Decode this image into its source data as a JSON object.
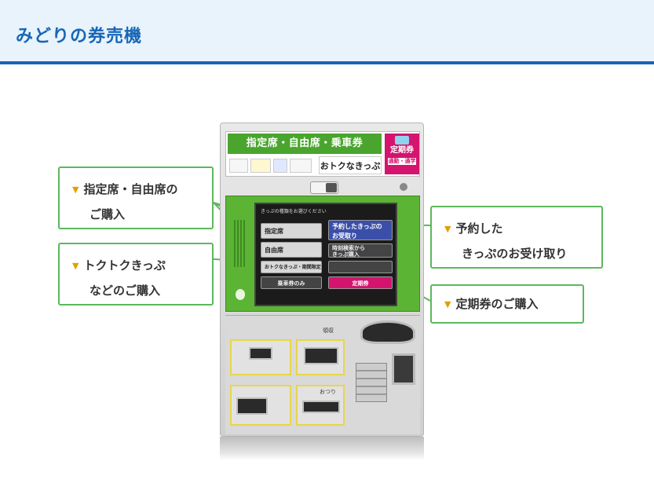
{
  "header": {
    "title": "みどりの券売機"
  },
  "machine": {
    "sign_main": "指定席・自由席・乗車券",
    "sign_otoku": "おトクなきっぷ",
    "sign_teiki": "定期券",
    "sign_teiki_sub": "通勤・通学",
    "screen_title": "きっぷの種類をお選びください",
    "btn_shitei": "指定席",
    "btn_jiyu": "自由席",
    "btn_yoyaku_line1": "予約したきっぷの",
    "btn_yoyaku_line2": "お受取り",
    "btn_jikoku_line1": "時刻検索から",
    "btn_jikoku_line2": "きっぷ購入",
    "btn_otoku": "おトクなきっぷ・期間限定",
    "btn_jouken": "乗車券のみ",
    "btn_teiki": "定期券",
    "label_ryoushu": "領収",
    "label_otsuri": "おつり"
  },
  "callouts": {
    "shitei_line1": "指定席・自由席の",
    "shitei_line2": "ご購入",
    "tokutoku_line1": "トクトクきっぷ",
    "tokutoku_line2": "などのご購入",
    "yoyaku_line1": "予約した",
    "yoyaku_line2": "きっぷのお受け取り",
    "teiki_line1": "定期券のご購入"
  },
  "colors": {
    "brand_blue": "#1766b7",
    "callout_green": "#5cb85c",
    "machine_green": "#4aa52e",
    "teiki_pink": "#d4146e",
    "triangle": "#e0a000"
  }
}
